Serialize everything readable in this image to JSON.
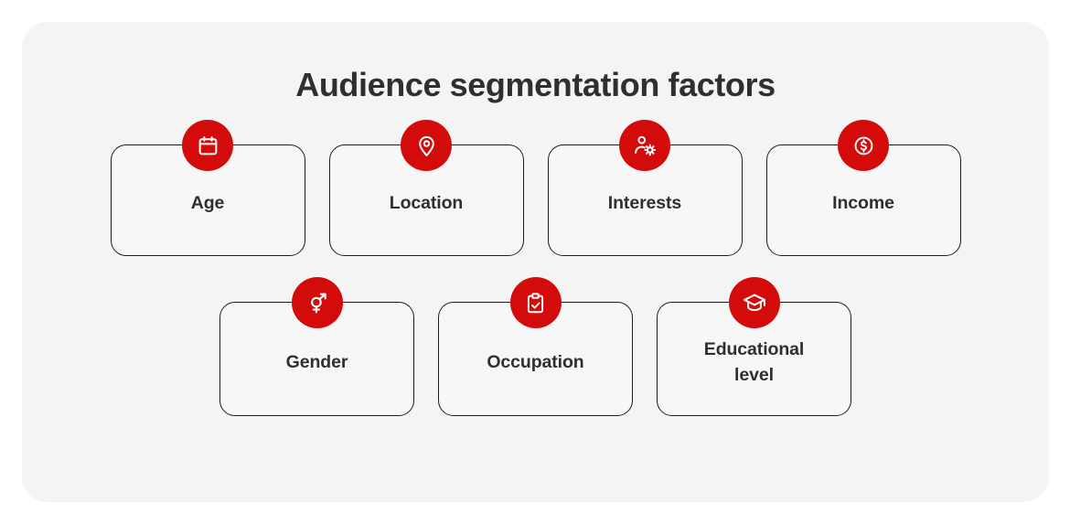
{
  "header": {
    "title": "Audience segmentation factors"
  },
  "theme": {
    "page_background": "#ffffff",
    "panel_background": "#f4f4f5",
    "accent": "#d40b0b",
    "card_background": "#f7f7f8",
    "card_border": "#1c1c1c",
    "text": "#2f2f2f",
    "icon_color": "#ffffff"
  },
  "rows": [
    {
      "cards": [
        {
          "label": "Age",
          "icon": "calendar-icon"
        },
        {
          "label": "Location",
          "icon": "map-pin-icon"
        },
        {
          "label": "Interests",
          "icon": "user-settings-icon"
        },
        {
          "label": "Income",
          "icon": "dollar-circle-icon"
        }
      ]
    },
    {
      "cards": [
        {
          "label": "Gender",
          "icon": "gender-symbol-icon"
        },
        {
          "label": "Occupation",
          "icon": "clipboard-check-icon"
        },
        {
          "label": "Educational\nlevel",
          "icon": "graduation-cap-icon"
        }
      ]
    }
  ]
}
